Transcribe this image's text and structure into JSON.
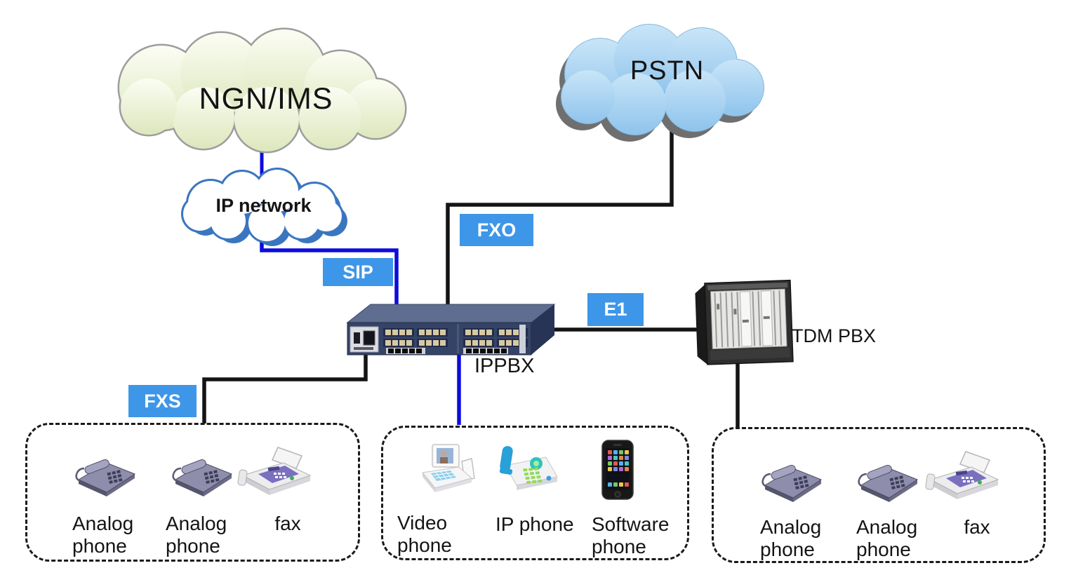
{
  "clouds": {
    "ngn": {
      "label": "NGN/IMS"
    },
    "pstn": {
      "label": "PSTN"
    },
    "ip_network": {
      "label": "IP network"
    }
  },
  "devices": {
    "ippbx": {
      "label": "IPPBX"
    },
    "tdm_pbx": {
      "label": "TDM PBX"
    }
  },
  "links": {
    "sip": {
      "label": "SIP"
    },
    "fxo": {
      "label": "FXO"
    },
    "fxs": {
      "label": "FXS"
    },
    "e1": {
      "label": "E1"
    }
  },
  "zones": {
    "analog_left": {
      "items": [
        {
          "label": "Analog phone"
        },
        {
          "label": "Analog phone"
        },
        {
          "label": "fax"
        }
      ]
    },
    "ip_phones": {
      "items": [
        {
          "label": "Video phone"
        },
        {
          "label": "IP phone"
        },
        {
          "label": "Software phone"
        }
      ]
    },
    "analog_right": {
      "items": [
        {
          "label": "Analog phone"
        },
        {
          "label": "Analog phone"
        },
        {
          "label": "fax"
        }
      ]
    }
  },
  "icon_names": {
    "analog_phone": "analog-phone-icon",
    "fax": "fax-machine-icon",
    "video_phone": "video-phone-icon",
    "ip_phone": "ip-phone-icon",
    "software_phone": "smartphone-icon",
    "ippbx": "ippbx-rack-icon",
    "tdm_pbx": "tdm-pbx-chassis-icon",
    "cloud": "network-cloud-icon"
  },
  "colors": {
    "link_label_bg": "#3e96e8",
    "link_label_text": "#ffffff",
    "blue_line": "#0c0cdd",
    "black_line": "#141414",
    "ngn_cloud_fill_top": "#fbfdf3",
    "ngn_cloud_fill_bottom": "#dde7bd",
    "pstn_cloud_fill": "#a9d3f1",
    "ip_cloud_border": "#3a76c0",
    "dashed_box_border": "#1a1a1a"
  }
}
